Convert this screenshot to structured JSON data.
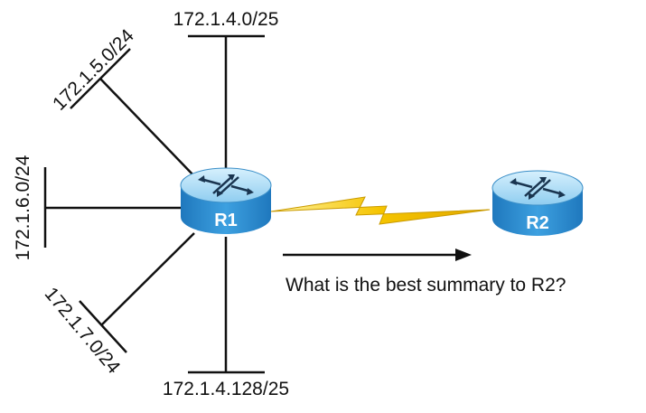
{
  "networks": {
    "top": "172.1.4.0/25",
    "upper_left": "172.1.5.0/24",
    "left": "172.1.6.0/24",
    "lower_left": "172.1.7.0/24",
    "bottom": "172.1.4.128/25"
  },
  "routers": {
    "r1": "R1",
    "r2": "R2"
  },
  "question": "What is the best summary to R2?",
  "colors": {
    "router_top": "#aadbf5",
    "router_side": "#2f8fd0",
    "serial_link": "#f5c400",
    "line": "#111111"
  },
  "icons": [
    "router-icon",
    "serial-link-icon",
    "arrow-right-icon"
  ]
}
